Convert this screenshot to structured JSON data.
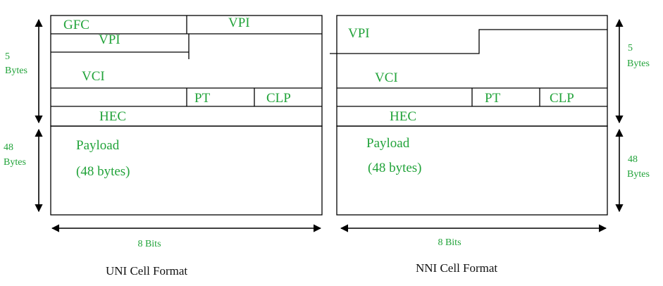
{
  "colors": {
    "label": "#22a33a",
    "line": "#000000"
  },
  "uni": {
    "fields": {
      "gfc": "GFC",
      "vpi_top": "VPI",
      "vpi_low": "VPI",
      "vci": "VCI",
      "pt": "PT",
      "clp": "CLP",
      "hec": "HEC",
      "payload": "Payload",
      "payload_size": "(48 bytes)"
    },
    "header_size": {
      "value": "5",
      "unit": "Bytes"
    },
    "payload_size_side": {
      "value": "48",
      "unit": "Bytes"
    },
    "width_label": "8 Bits",
    "caption": "UNI Cell Format"
  },
  "nni": {
    "fields": {
      "vpi": "VPI",
      "vci": "VCI",
      "pt": "PT",
      "clp": "CLP",
      "hec": "HEC",
      "payload": "Payload",
      "payload_size": "(48 bytes)"
    },
    "header_size": {
      "value": "5",
      "unit": "Bytes"
    },
    "payload_size_side": {
      "value": "48",
      "unit": "Bytes"
    },
    "width_label": "8 Bits",
    "caption": "NNI Cell Format"
  }
}
